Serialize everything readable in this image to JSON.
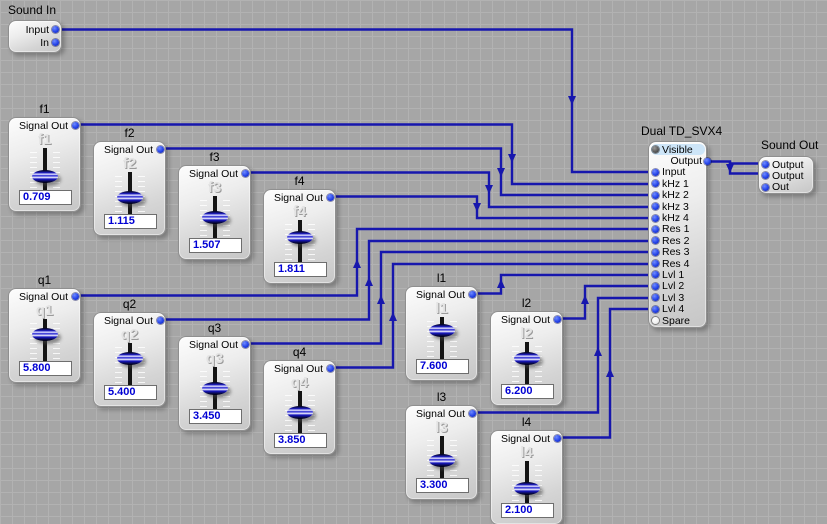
{
  "labels": {
    "signal_out": "Signal Out"
  },
  "sound_in": {
    "title": "Sound In",
    "port1": "Input",
    "port2": "In"
  },
  "sound_out": {
    "title": "Sound Out",
    "port1": "Output",
    "port2": "Output",
    "port3": "Out"
  },
  "processor": {
    "title": "Dual TD_SVX4",
    "rows": [
      "Visible",
      "Output",
      "Input",
      "kHz 1",
      "kHz 2",
      "kHz 3",
      "kHz 4",
      "Res 1",
      "Res 2",
      "Res 3",
      "Res 4",
      "Lvl 1",
      "Lvl 2",
      "Lvl 3",
      "Lvl 4",
      "Spare"
    ]
  },
  "sliders": [
    {
      "name": "f1",
      "value": "0.709"
    },
    {
      "name": "f2",
      "value": "1.115"
    },
    {
      "name": "f3",
      "value": "1.507"
    },
    {
      "name": "f4",
      "value": "1.811"
    },
    {
      "name": "q1",
      "value": "5.800"
    },
    {
      "name": "q2",
      "value": "5.400"
    },
    {
      "name": "q3",
      "value": "3.450"
    },
    {
      "name": "q4",
      "value": "3.850"
    },
    {
      "name": "l1",
      "value": "7.600"
    },
    {
      "name": "l2",
      "value": "6.200"
    },
    {
      "name": "l3",
      "value": "3.300"
    },
    {
      "name": "l4",
      "value": "2.100"
    }
  ],
  "colors": {
    "wire": "#1717ad",
    "port_blue": "#2543e8",
    "value_text": "#0000d4",
    "visible_highlight": "#cde5f8"
  }
}
